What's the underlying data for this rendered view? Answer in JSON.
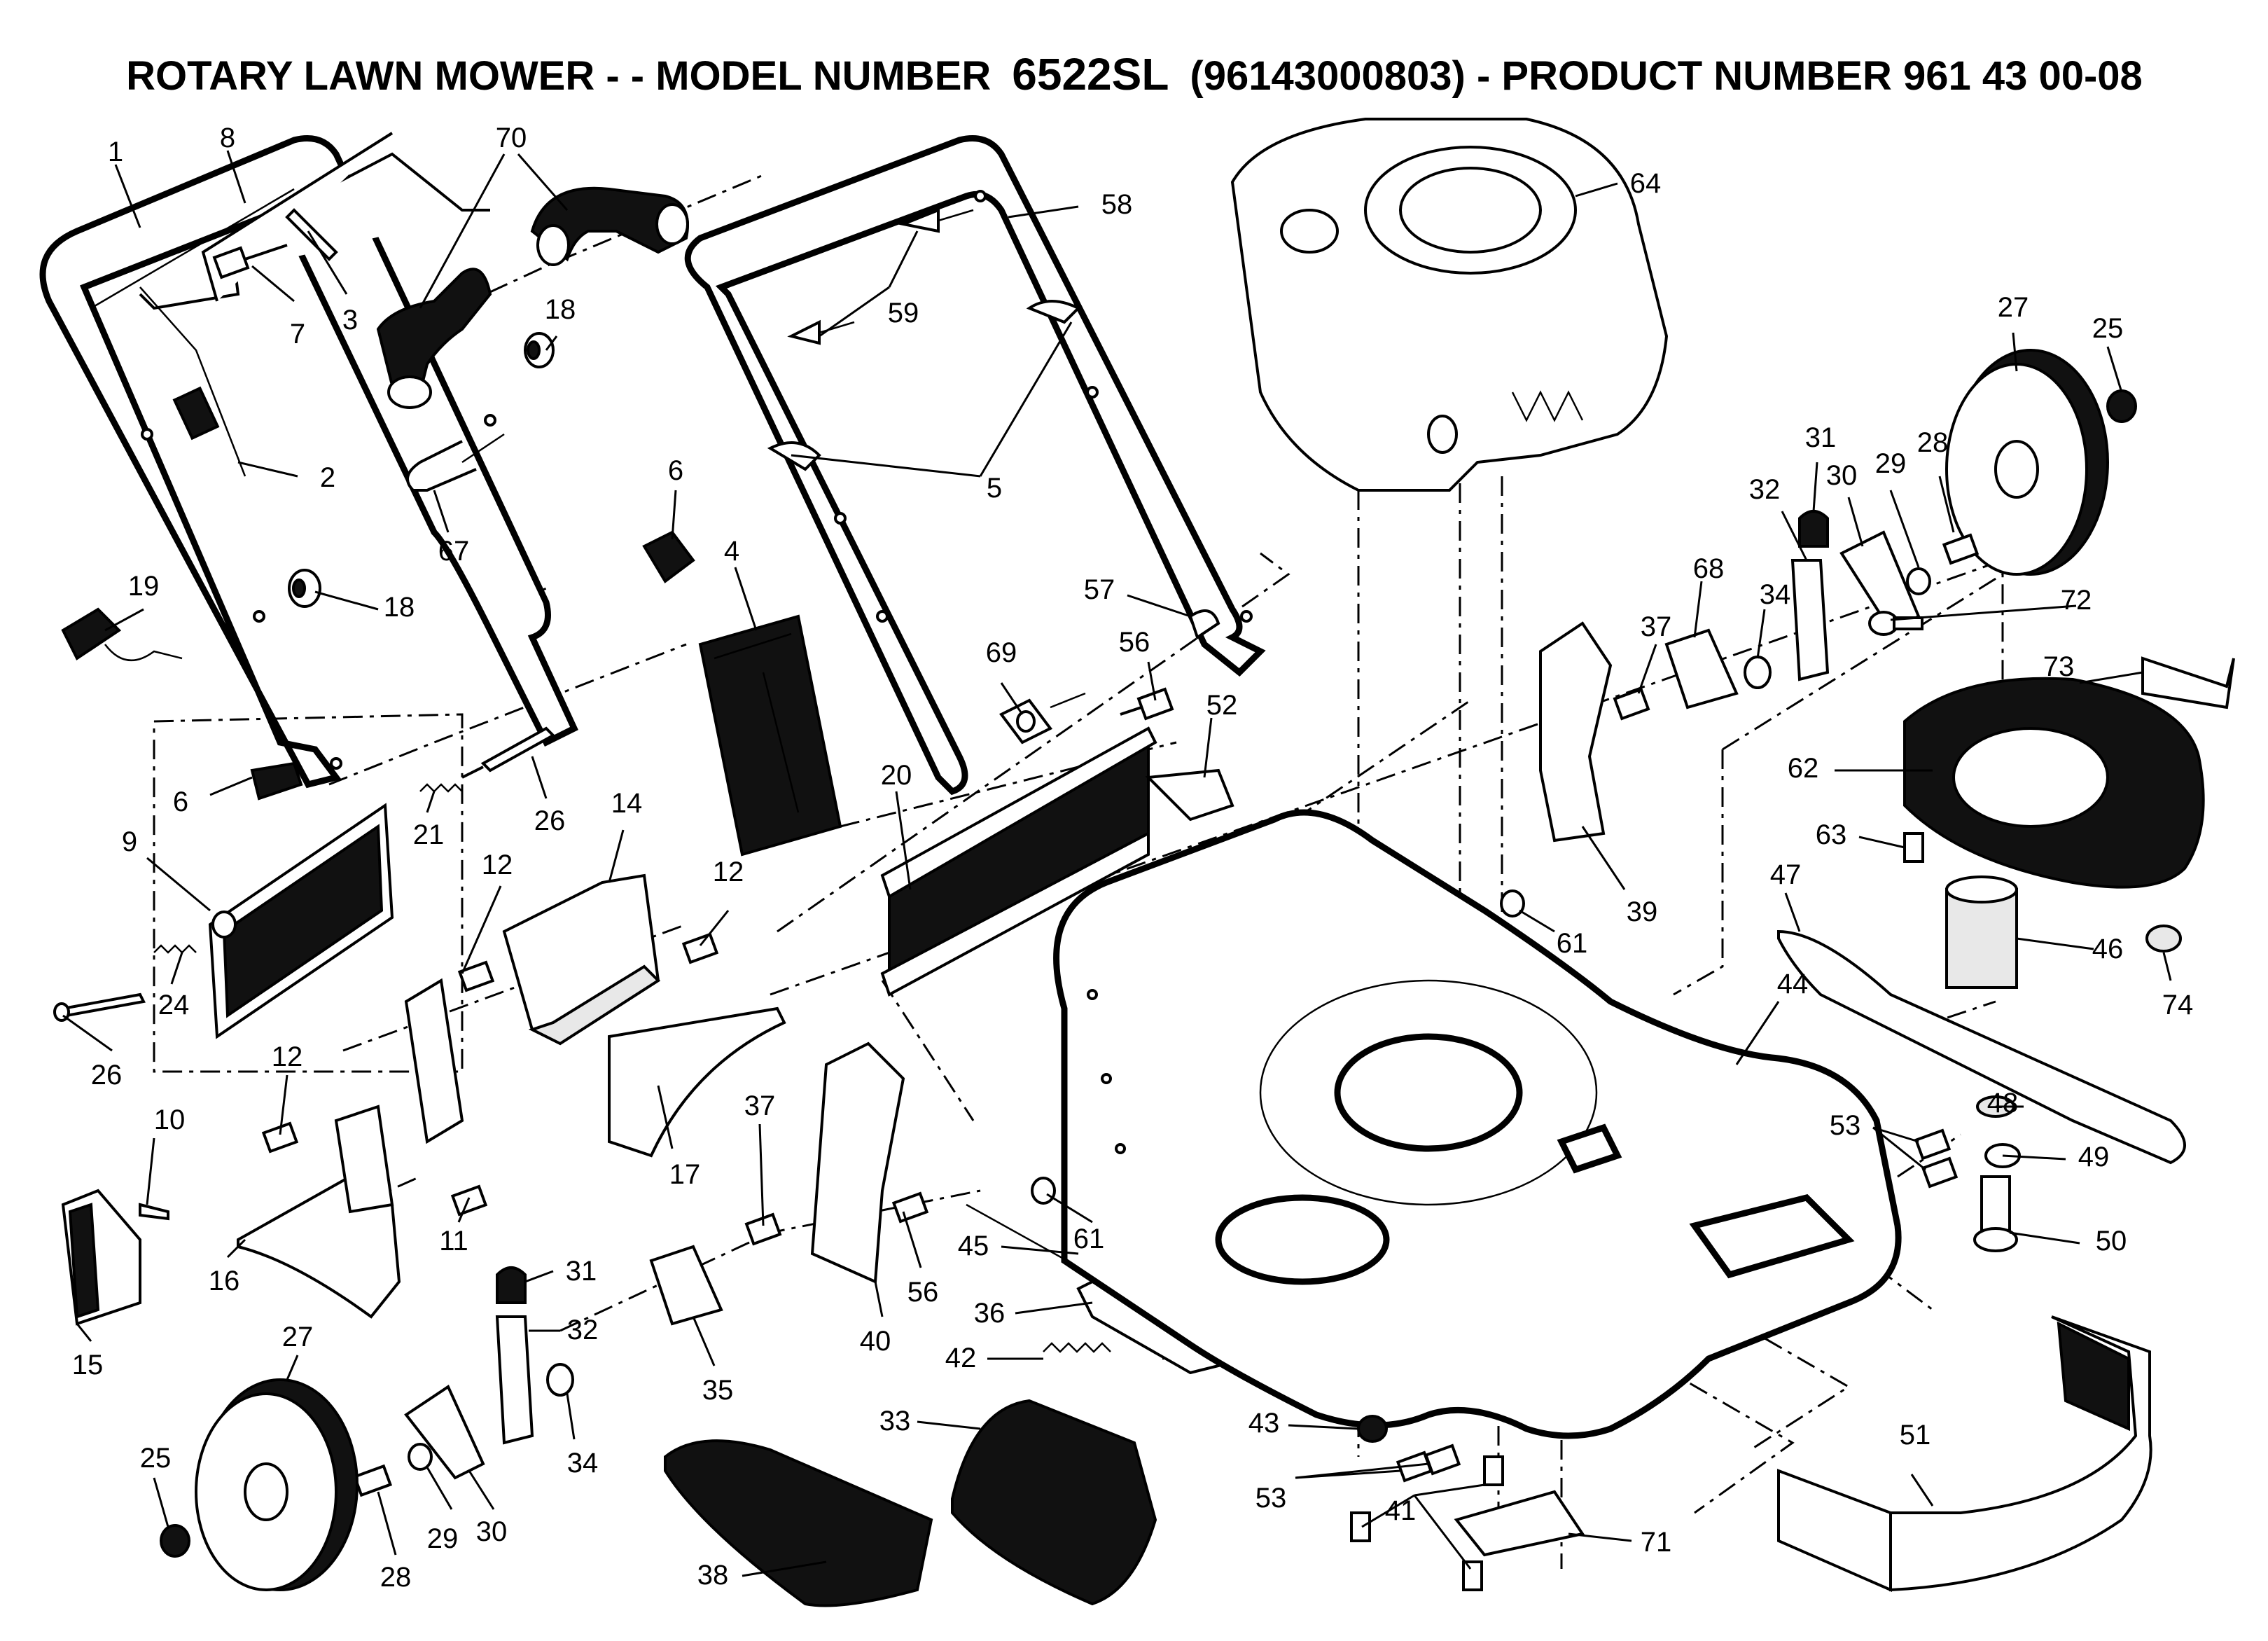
{
  "title": {
    "prefix": "ROTARY LAWN MOWER - - MODEL NUMBER",
    "model": "6522SL",
    "suffix": "(96143000803) - PRODUCT NUMBER 961 43 00-08"
  },
  "callouts": [
    "1",
    "8",
    "70",
    "58",
    "64",
    "59",
    "7",
    "3",
    "18",
    "27",
    "25",
    "2",
    "5",
    "31",
    "30",
    "29",
    "28",
    "32",
    "67",
    "6",
    "4",
    "68",
    "34",
    "37",
    "72",
    "19",
    "18",
    "57",
    "56",
    "69",
    "73",
    "52",
    "6",
    "26",
    "21",
    "9",
    "20",
    "62",
    "63",
    "39",
    "47",
    "14",
    "12",
    "12",
    "61",
    "46",
    "24",
    "26",
    "74",
    "44",
    "12",
    "48",
    "53",
    "10",
    "37",
    "49",
    "17",
    "11",
    "61",
    "50",
    "16",
    "56",
    "45",
    "15",
    "31",
    "36",
    "40",
    "32",
    "42",
    "27",
    "35",
    "33",
    "34",
    "43",
    "51",
    "25",
    "53",
    "41",
    "29",
    "30",
    "71",
    "28",
    "38"
  ]
}
